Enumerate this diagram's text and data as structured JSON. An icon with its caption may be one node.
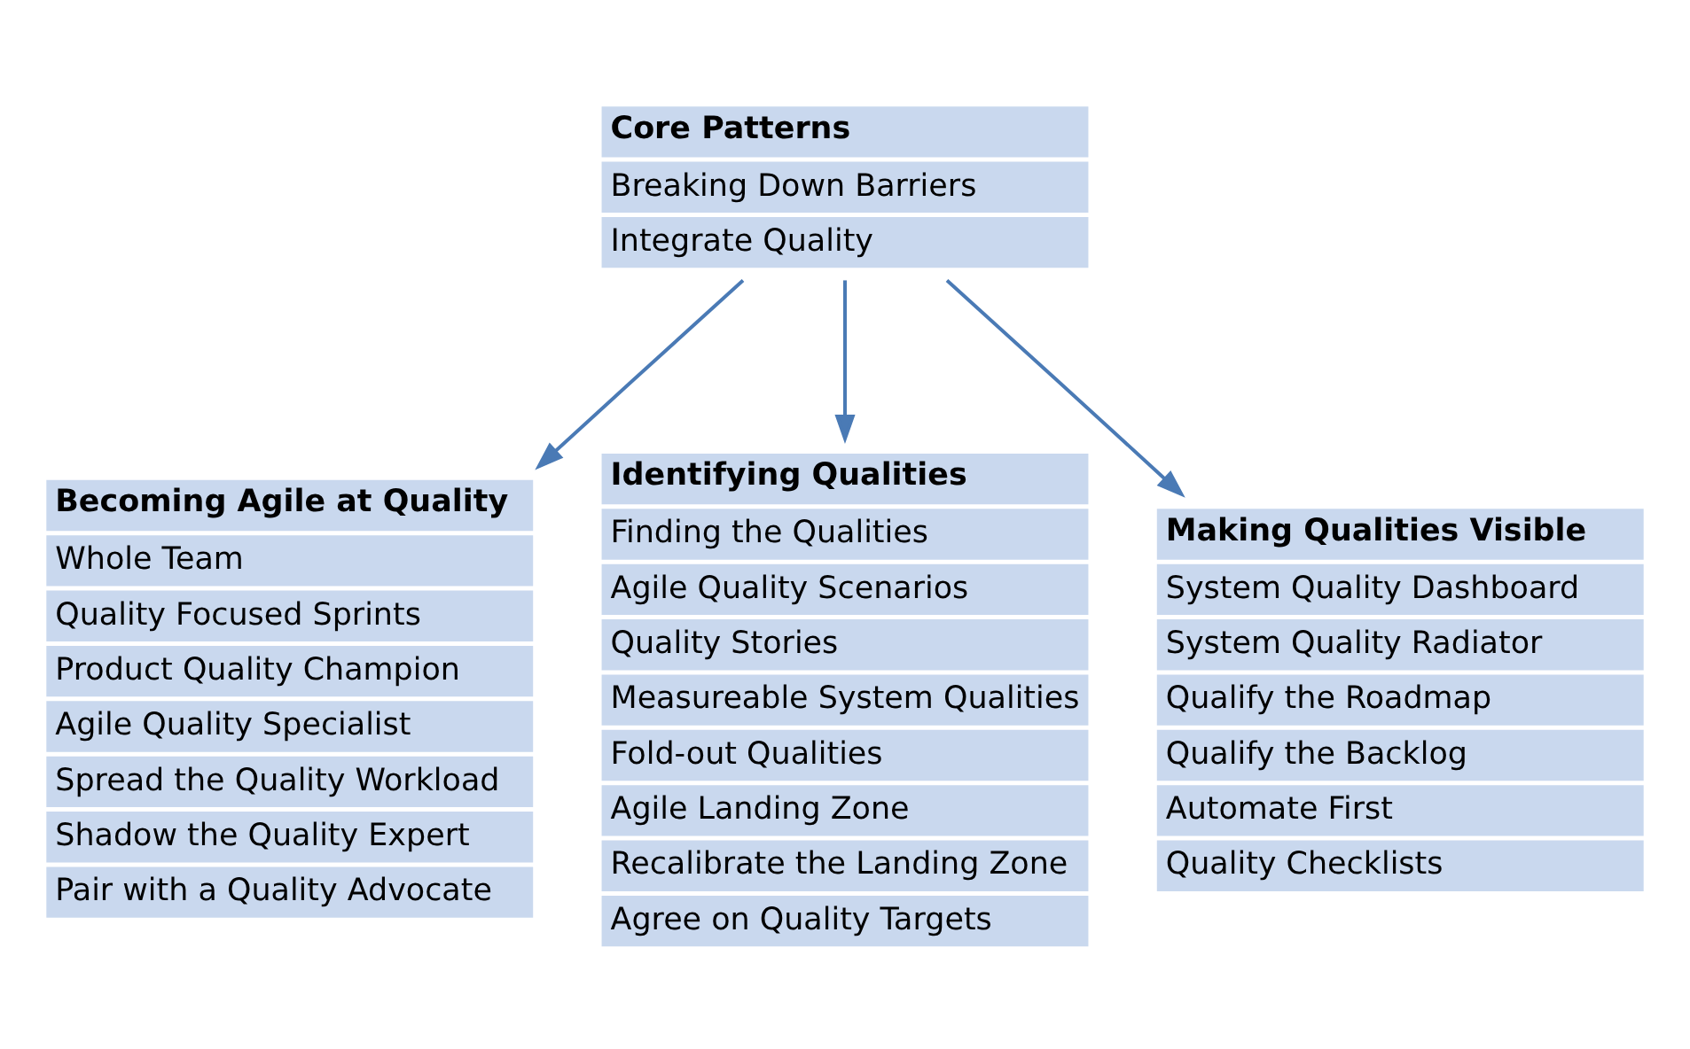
{
  "diagram": {
    "nodes": [
      {
        "text": [
          "Core Patterns",
          "Breaking Down Barriers",
          "Integrate Quality"
        ]
      },
      {
        "text": [
          "Becoming Agile at Quality",
          "Whole Team",
          "Quality Focused Sprints",
          "Product Quality Champion",
          "Agile Quality Specialist",
          "Spread the Quality Workload",
          "Shadow the Quality Expert",
          "Pair with a Quality Advocate"
        ]
      },
      {
        "text": [
          "Identifying Qualities",
          "Finding the Qualities",
          "Agile Quality Scenarios",
          "Quality Stories",
          "Measureable System Qualities",
          "Fold-out Qualities",
          "Agile Landing Zone",
          "Recalibrate the Landing Zone",
          "Agree on Quality Targets"
        ]
      },
      {
        "text": [
          "Making Qualities Visible",
          "System Quality Dashboard",
          "System Quality Radiator",
          "Qualify the Roadmap",
          "Qualify the Backlog",
          "Automate First",
          "Quality Checklists"
        ]
      }
    ],
    "edges": [
      {
        "from": 0,
        "to": 1,
        "arrow": "to"
      },
      {
        "from": 0,
        "to": 2,
        "arrow": "to"
      },
      {
        "from": 0,
        "to": 3,
        "arrow": "to"
      }
    ]
  }
}
